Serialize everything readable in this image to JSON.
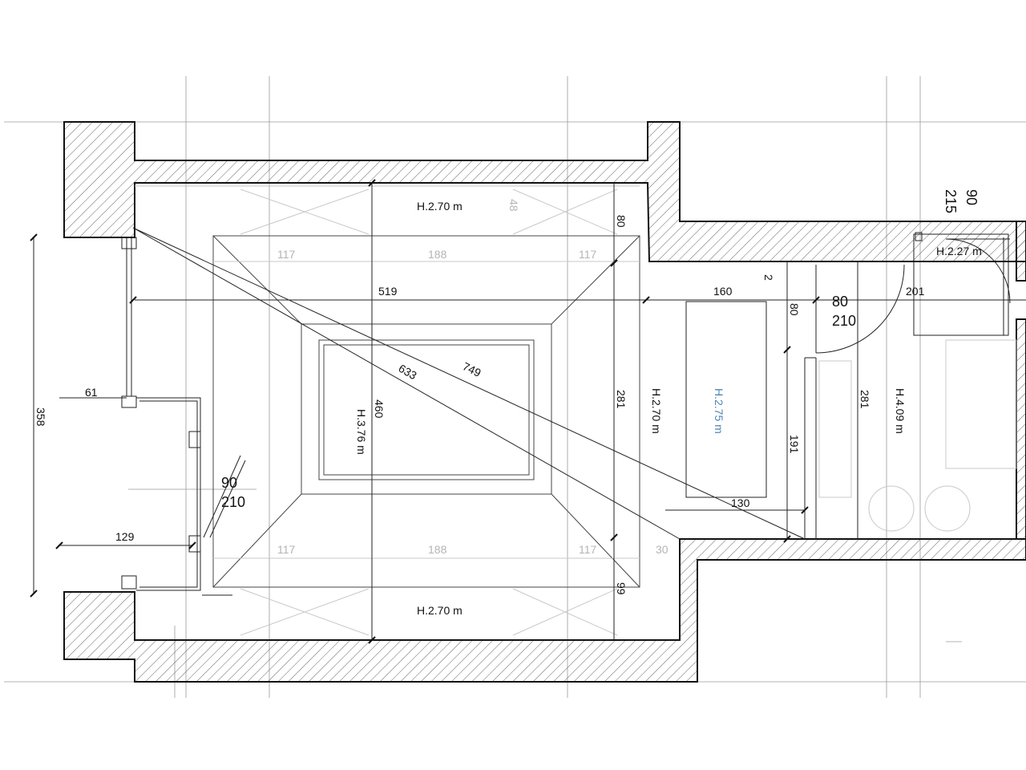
{
  "heights": {
    "top_room": "H.2.70 m",
    "bottom_room": "H.2.70 m",
    "center_vault": "H.3.76 m",
    "right_room": "H.2.70 m",
    "niche": "H.2.75 m",
    "bath": "H.4.09 m",
    "corner_room": "H.2.27 m"
  },
  "dimensions": {
    "d519": "519",
    "d160": "160",
    "d201": "201",
    "d358": "358",
    "d61": "61",
    "d129": "129",
    "d460": "460",
    "d281a": "281",
    "d281b": "281",
    "d191": "191",
    "d130": "130",
    "d80a": "80",
    "d80b": "80",
    "d99": "99",
    "d633": "633",
    "d749": "749",
    "d2": "2",
    "d48": "48",
    "d30": "30",
    "g117a": "117",
    "g188a": "188",
    "g117b": "117",
    "g117c": "117",
    "g188b": "188",
    "g117d": "117"
  },
  "doors": {
    "left_w": "90",
    "left_h": "210",
    "mid_w": "80",
    "mid_h": "210",
    "top_w": "90",
    "top_h": "215"
  }
}
